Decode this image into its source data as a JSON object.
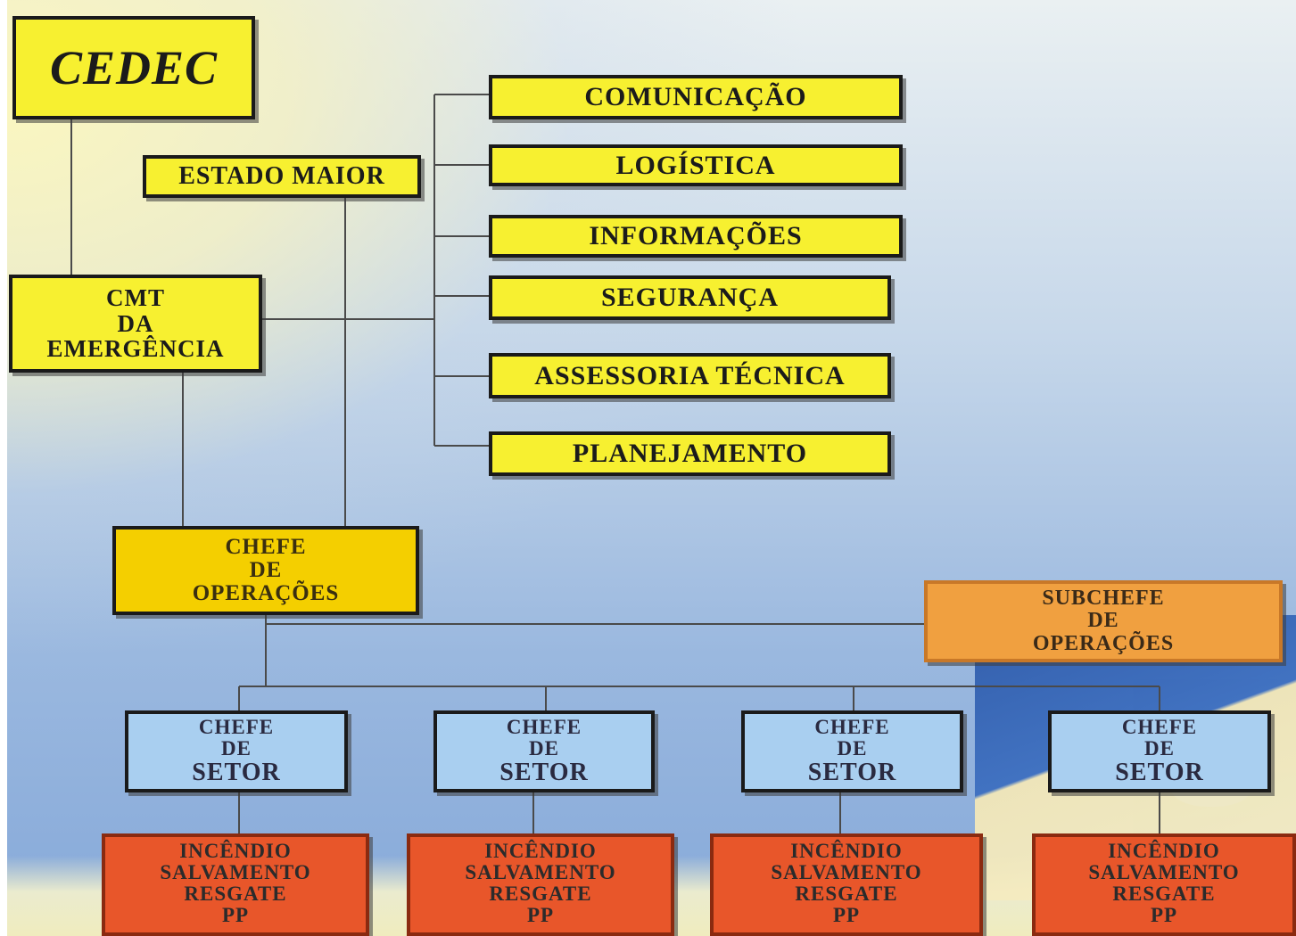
{
  "org_chart": {
    "root": "CEDEC",
    "estado_maior": "ESTADO MAIOR",
    "commander": [
      "CMT",
      "DA",
      "EMERGÊNCIA"
    ],
    "staff_units": [
      "COMUNICAÇÃO",
      "LOGÍSTICA",
      "INFORMAÇÕES",
      "SEGURANÇA",
      "ASSESSORIA TÉCNICA",
      "PLANEJAMENTO"
    ],
    "chefe_operacoes": [
      "CHEFE",
      "DE",
      "OPERAÇÕES"
    ],
    "subchefe_operacoes": [
      "SUBCHEFE",
      "DE",
      "OPERAÇÕES"
    ],
    "sectors": [
      {
        "title": [
          "CHEFE",
          "DE",
          "SETOR"
        ],
        "field": [
          "INCÊNDIO",
          "SALVAMENTO",
          "RESGATE",
          "PP"
        ]
      },
      {
        "title": [
          "CHEFE",
          "DE",
          "SETOR"
        ],
        "field": [
          "INCÊNDIO",
          "SALVAMENTO",
          "RESGATE",
          "PP"
        ]
      },
      {
        "title": [
          "CHEFE",
          "DE",
          "SETOR"
        ],
        "field": [
          "INCÊNDIO",
          "SALVAMENTO",
          "RESGATE",
          "PP"
        ]
      },
      {
        "title": [
          "CHEFE",
          "DE",
          "SETOR"
        ],
        "field": [
          "INCÊNDIO",
          "SALVAMENTO",
          "RESGATE",
          "PP"
        ]
      }
    ]
  },
  "colors": {
    "top_boxes": "#f7f030",
    "chefe_operacoes": "#f4cf00",
    "subchefe": "#f0a040",
    "setor": "#a9cff0",
    "field_units": "#e8562a",
    "connector": "#4a4a4a"
  }
}
